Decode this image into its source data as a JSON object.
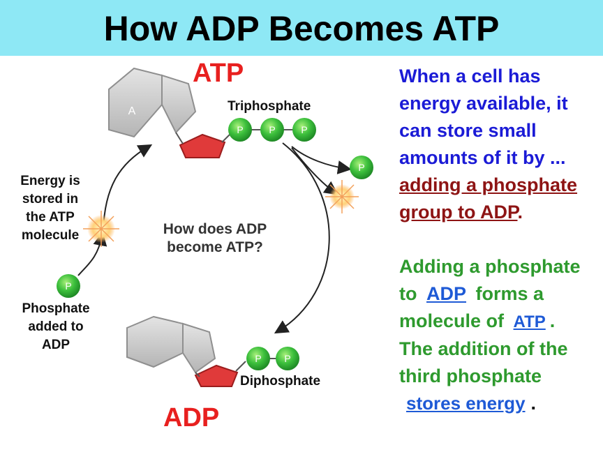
{
  "title": "How ADP Becomes ATP",
  "diagram": {
    "atp_label": "ATP",
    "adp_label": "ADP",
    "triphosphate": "Triphosphate",
    "diphosphate": "Diphosphate",
    "question_line1": "How does ADP",
    "question_line2": "become ATP?",
    "energy_line1": "Energy is",
    "energy_line2": "stored in",
    "energy_line3": "the ATP",
    "energy_line4": "molecule",
    "phosphate_line1": "Phosphate",
    "phosphate_line2": "added to",
    "phosphate_line3": "ADP",
    "adenine_letter": "A",
    "phosphate_letter": "P"
  },
  "side_text": {
    "blue_lines": [
      "When a cell has",
      "energy available, it",
      "can store small",
      "amounts of it by ..."
    ],
    "red_line1": "adding a phosphate",
    "red_line2": "group to ADP",
    "red_period": ".",
    "green_line1": "Adding a phosphate",
    "green_to": "to ",
    "blank1_answer": "ADP",
    "green_forms": " forms a",
    "green_molecule": "molecule of ",
    "blank2_answer": "ATP",
    "green_period1": ".",
    "green_line4": "The addition of the",
    "green_line5": "third phosphate",
    "blank3_answer": "stores energy",
    "green_period2": "."
  },
  "colors": {
    "title_bg": "#8ee8f5",
    "blue": "#1b1bd6",
    "green": "#2e9a2e",
    "red_underline": "#8e1414",
    "answer_blue": "#1e5ad6",
    "label_red": "#e8201f"
  }
}
